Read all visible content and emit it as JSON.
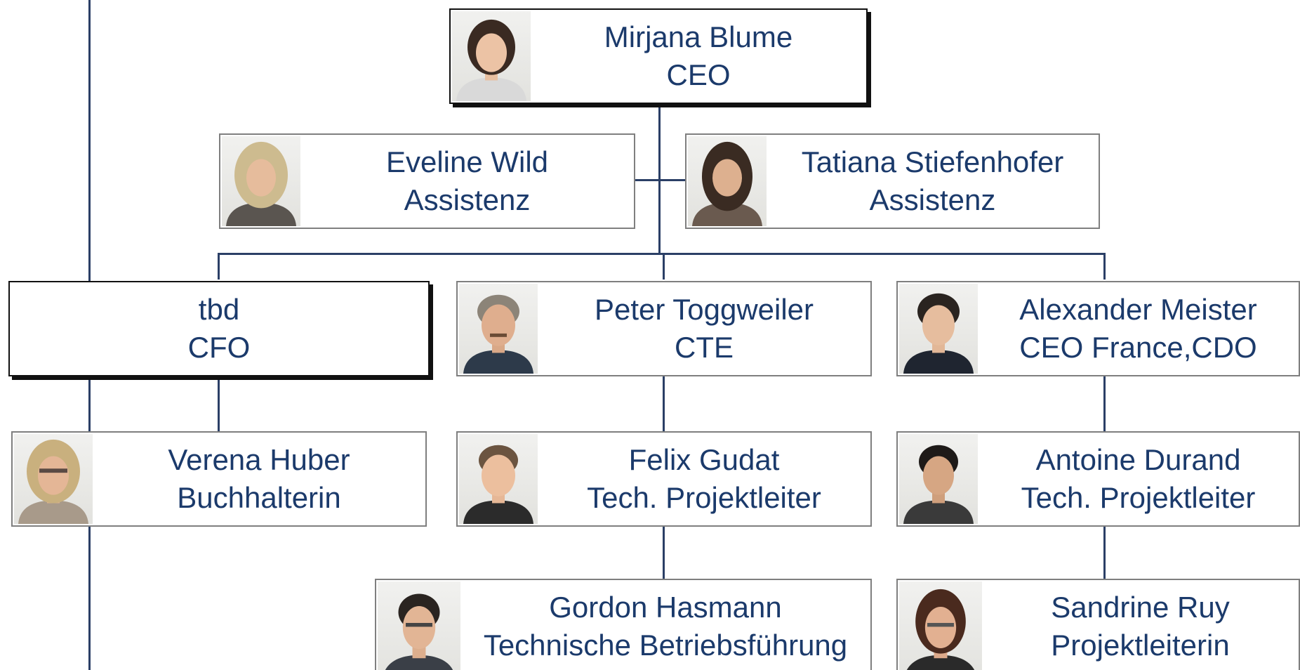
{
  "people": {
    "blume": {
      "name": "Mirjana Blume",
      "role": "CEO"
    },
    "wild": {
      "name": "Eveline Wild",
      "role": "Assistenz"
    },
    "stiefen": {
      "name": "Tatiana Stiefenhofer",
      "role": "Assistenz"
    },
    "tbd": {
      "name": "tbd",
      "role": "CFO"
    },
    "togg": {
      "name": "Peter Toggweiler",
      "role": "CTE"
    },
    "meister": {
      "name": "Alexander Meister",
      "role": "CEO France,CDO"
    },
    "huber": {
      "name": "Verena Huber",
      "role": "Buchhalterin"
    },
    "gudat": {
      "name": "Felix Gudat",
      "role": "Tech. Projektleiter"
    },
    "durand": {
      "name": "Antoine Durand",
      "role": "Tech. Projektleiter"
    },
    "hasmann": {
      "name": "Gordon Hasmann",
      "role": "Technische Betriebsführung"
    },
    "ruy": {
      "name": "Sandrine Ruy",
      "role": "Projektleiterin"
    }
  },
  "colors": {
    "text": "#1b3a6b",
    "connector": "#2b3f66",
    "box_border": "#7f7f7f",
    "emphasis_border": "#111111"
  }
}
